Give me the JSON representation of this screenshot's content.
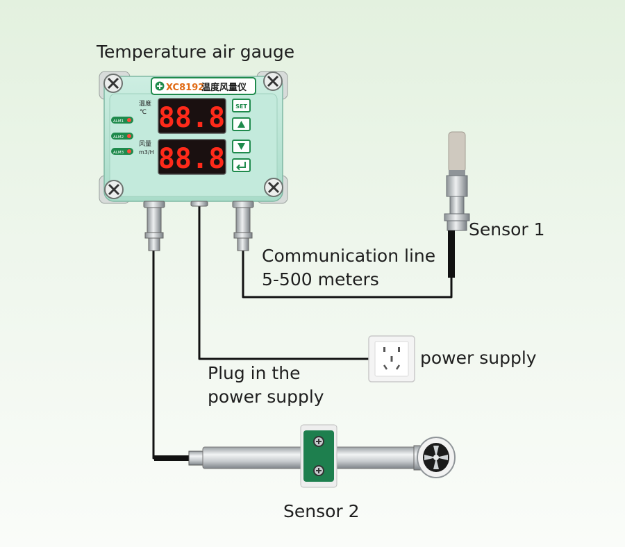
{
  "labels": {
    "title": "Temperature air gauge",
    "sensor1": "Sensor 1",
    "comm_line": "Communication line",
    "comm_distance": "5-500 meters",
    "power_supply": "power supply",
    "plug_line1": "Plug in the",
    "plug_line2": "power supply",
    "sensor2": "Sensor 2"
  },
  "device": {
    "model": "XC8192",
    "name_cn": "温度风量仪",
    "temp_label_cn": "温度",
    "temp_unit": "℃",
    "flow_label_cn": "风量",
    "flow_unit": "m3/H",
    "display_top": "88.8",
    "display_bottom": "88.8",
    "alarms": [
      "ALM1",
      "ALM2",
      "ALM3"
    ],
    "set_key": "SET"
  },
  "colors": {
    "housing": "#bfe6d9",
    "header_green": "#1f8a4c",
    "led_red": "#ff2a1a",
    "cable": "#111111"
  }
}
